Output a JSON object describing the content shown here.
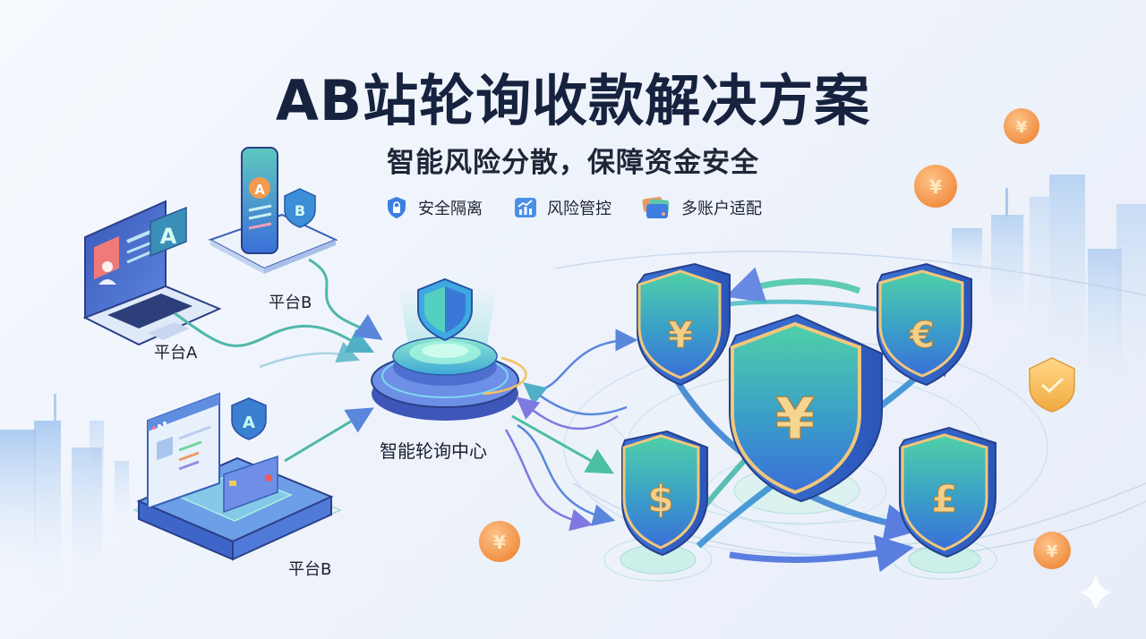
{
  "header": {
    "title": "AB站轮询收款解决方案",
    "subtitle": "智能风险分散，保障资金安全"
  },
  "features": [
    {
      "icon": "shield-lock-icon",
      "label": "安全隔离",
      "color": "#3b7fe0"
    },
    {
      "icon": "chart-growth-icon",
      "label": "风险管控",
      "color": "#4a8fe6"
    },
    {
      "icon": "cards-icon",
      "label": "多账户适配",
      "color": "#e6894f"
    }
  ],
  "platforms": [
    {
      "id": "laptop",
      "label": "平台A",
      "badge": "A"
    },
    {
      "id": "phone",
      "label": "平台B",
      "badges": [
        "A",
        "B"
      ]
    },
    {
      "id": "server",
      "label": "平台B",
      "badge": "A"
    }
  ],
  "hub": {
    "label": "智能轮询中心"
  },
  "currency_shields": [
    {
      "symbol": "¥",
      "position": "top-left"
    },
    {
      "symbol": "€",
      "position": "top-right"
    },
    {
      "symbol": "¥",
      "position": "center"
    },
    {
      "symbol": "$",
      "position": "bottom-left"
    },
    {
      "symbol": "£",
      "position": "bottom-right"
    }
  ],
  "coins": [
    {
      "symbol": "¥"
    },
    {
      "symbol": "¥"
    },
    {
      "symbol": "¥"
    },
    {
      "symbol": "¥"
    }
  ],
  "colors": {
    "title": "#17223f",
    "shield_blue": "#3b78d8",
    "shield_teal": "#3cc4a8",
    "shield_gold": "#f2c77a",
    "coin_orange": "#f39a4d",
    "arrow_teal": "#4fb8a8",
    "arrow_blue": "#5a86dc",
    "arrow_purple": "#7f7ae0",
    "background": "#eef3fb"
  }
}
